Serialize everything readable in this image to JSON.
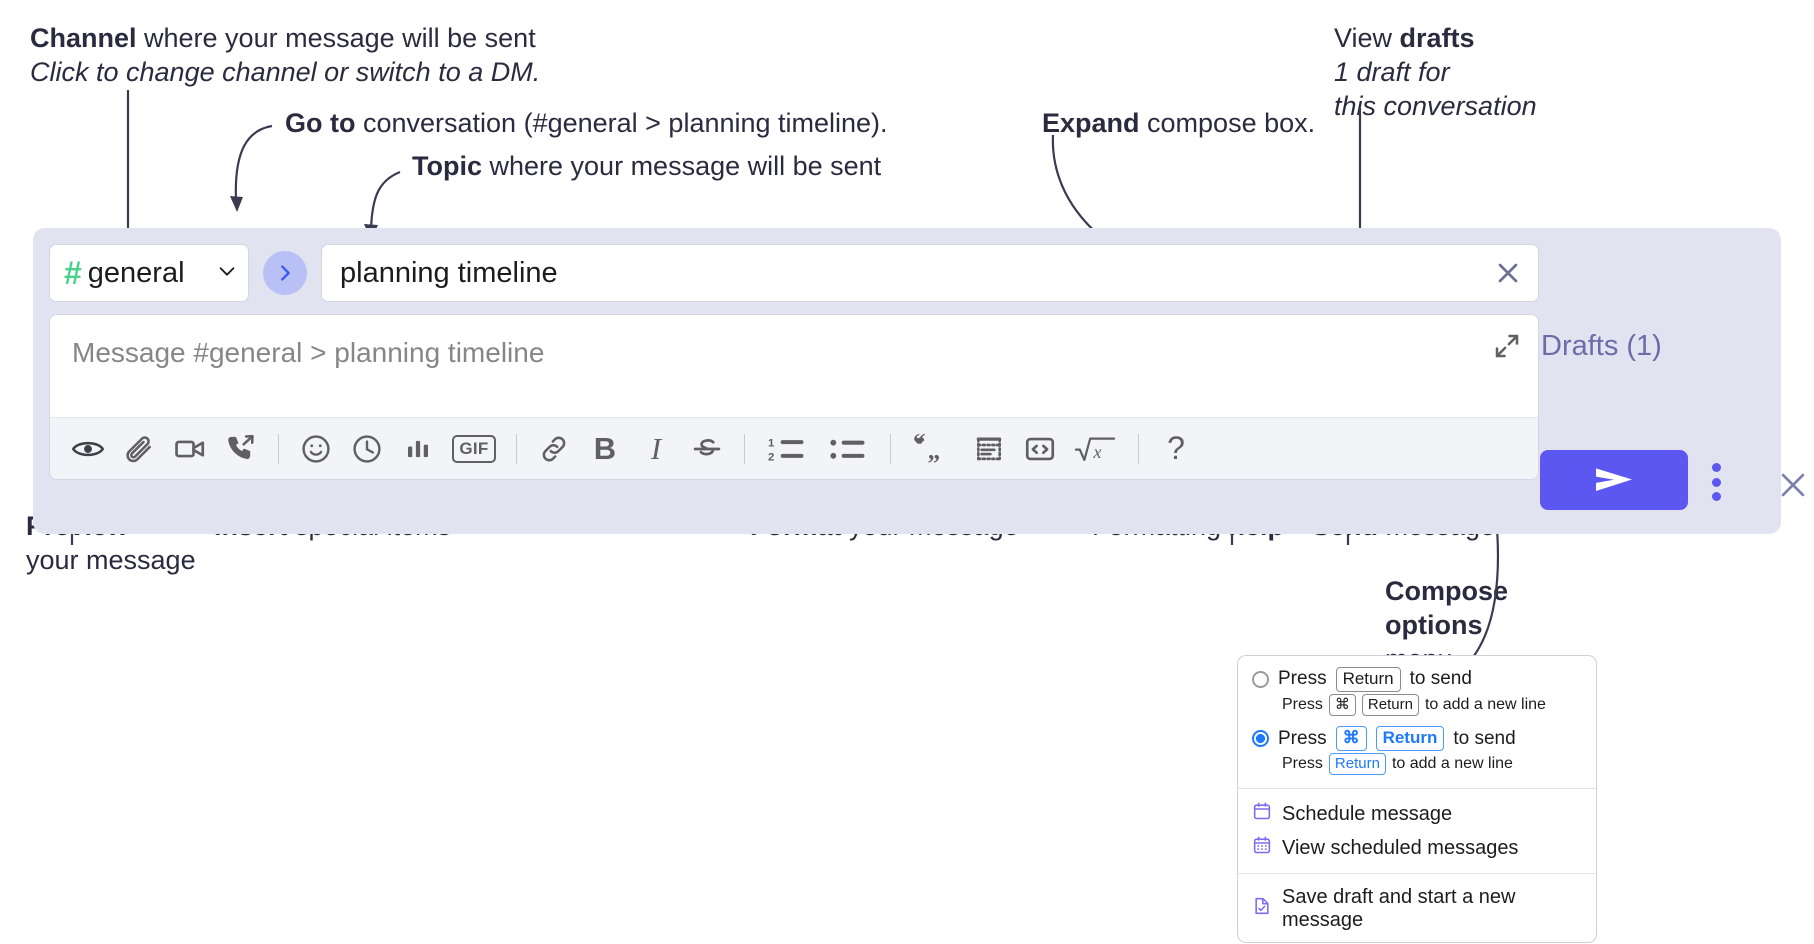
{
  "annotations": {
    "channel": {
      "bold": "Channel",
      "rest": " where your message will be sent",
      "italic": "Click to change channel or switch to a DM."
    },
    "goto": {
      "bold": "Go to",
      "rest": " conversation (#general > planning timeline)."
    },
    "topic": {
      "bold": "Topic",
      "rest": " where your message will be sent"
    },
    "expand": {
      "bold": "Expand",
      "rest": " compose box."
    },
    "drafts": {
      "lead": "View ",
      "bold": "drafts",
      "italic1": "1 draft for",
      "italic2": "this conversation"
    },
    "preview": {
      "bold": "Preview",
      "rest": "your message"
    },
    "insert": {
      "bold": "Insert",
      "rest": " special items"
    },
    "format": {
      "bold": "Format",
      "rest": " your message"
    },
    "help": {
      "lead": "Formatting ",
      "bold": "help"
    },
    "send": {
      "bold": "Send",
      "rest": " message"
    },
    "compose_options": {
      "bold1": "Compose",
      "bold2": "options",
      "rest": "menu"
    }
  },
  "composer": {
    "channel_name": "general",
    "hash_symbol": "#",
    "topic_value": "planning timeline",
    "message_placeholder": "Message #general > planning timeline",
    "drafts_label": "Drafts (1)",
    "toolbar": [
      {
        "name": "preview-icon",
        "label": "preview"
      },
      {
        "name": "attachment-icon",
        "label": "attach file"
      },
      {
        "name": "video-icon",
        "label": "video clip"
      },
      {
        "name": "audio-call-icon",
        "label": "audio clip"
      },
      {
        "name": "emoji-icon",
        "label": "emoji"
      },
      {
        "name": "clock-icon",
        "label": "reminder"
      },
      {
        "name": "poll-icon",
        "label": "poll"
      },
      {
        "name": "gif-icon",
        "label": "GIF"
      },
      {
        "name": "link-icon",
        "label": "link"
      },
      {
        "name": "bold-icon",
        "label": "B"
      },
      {
        "name": "italic-icon",
        "label": "I"
      },
      {
        "name": "strikethrough-icon",
        "label": "strikethrough"
      },
      {
        "name": "ordered-list-icon",
        "label": "ordered list"
      },
      {
        "name": "bulleted-list-icon",
        "label": "bulleted list"
      },
      {
        "name": "blockquote-icon",
        "label": "blockquote"
      },
      {
        "name": "code-block-icon",
        "label": "code block"
      },
      {
        "name": "code-icon",
        "label": "code"
      },
      {
        "name": "latex-icon",
        "label": "math"
      },
      {
        "name": "help-icon",
        "label": "?"
      }
    ],
    "gif_label": "GIF",
    "bold_label": "B",
    "italic_label": "I",
    "help_label": "?"
  },
  "options_menu": {
    "send_options": [
      {
        "selected": false,
        "prefix": "Press",
        "keys": [
          "Return"
        ],
        "suffix": "to send",
        "sub_prefix": "Press",
        "sub_keys": [
          "⌘",
          "Return"
        ],
        "sub_suffix": "to add a new line"
      },
      {
        "selected": true,
        "prefix": "Press",
        "keys": [
          "⌘",
          "Return"
        ],
        "suffix": "to send",
        "sub_prefix": "Press",
        "sub_keys": [
          "Return"
        ],
        "sub_suffix": "to add a new line"
      }
    ],
    "items": [
      {
        "icon": "calendar-icon",
        "label": "Schedule message"
      },
      {
        "icon": "calendar-grid-icon",
        "label": "View scheduled messages"
      },
      {
        "icon": "save-draft-icon",
        "label": "Save draft and start a new message"
      }
    ]
  },
  "colors": {
    "panel_bg": "#e2e3f0",
    "send_button": "#5b57f0",
    "hash_green": "#4bd18b",
    "goto_circle": "#b9c0f5",
    "drafts_text": "#6b6ca8",
    "accent_blue": "#1d7afc",
    "menu_icon_purple": "#7a6ff0"
  }
}
